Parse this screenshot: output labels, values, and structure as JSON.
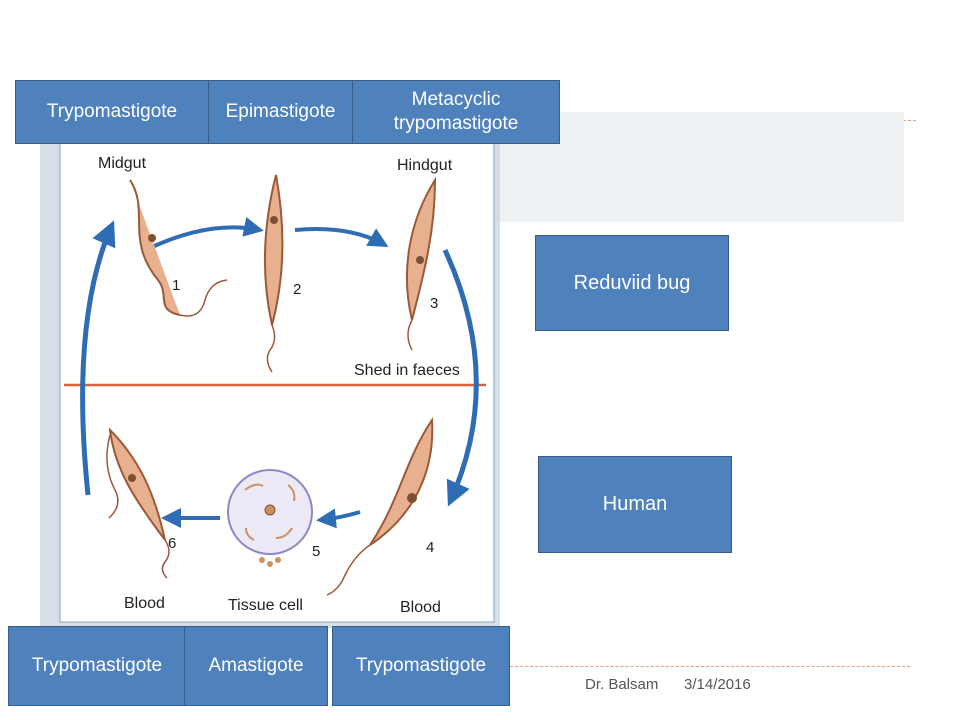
{
  "header_stages": [
    "Trypomastigote",
    "Epimastigote",
    "Metacyclic trypomastigote"
  ],
  "footer_stages": [
    "Trypomastigote",
    "Amastigote",
    "Trypomastigote"
  ],
  "hosts": {
    "vector": "Reduviid bug",
    "human": "Human"
  },
  "figure": {
    "midgut": "Midgut",
    "hindgut": "Hindgut",
    "shed": "Shed in faeces",
    "blood_left": "Blood",
    "tissue_cell": "Tissue cell",
    "blood_right": "Blood",
    "numbers": [
      "1",
      "2",
      "3",
      "4",
      "5",
      "6"
    ]
  },
  "footer": {
    "author": "Dr. Balsam",
    "date": "3/14/2016"
  },
  "colors": {
    "box_fill": "#4f81bd",
    "box_border": "#385d8a",
    "arrow": "#2e6db4",
    "divider": "#d9623b",
    "parasite": "#e7b08f"
  }
}
